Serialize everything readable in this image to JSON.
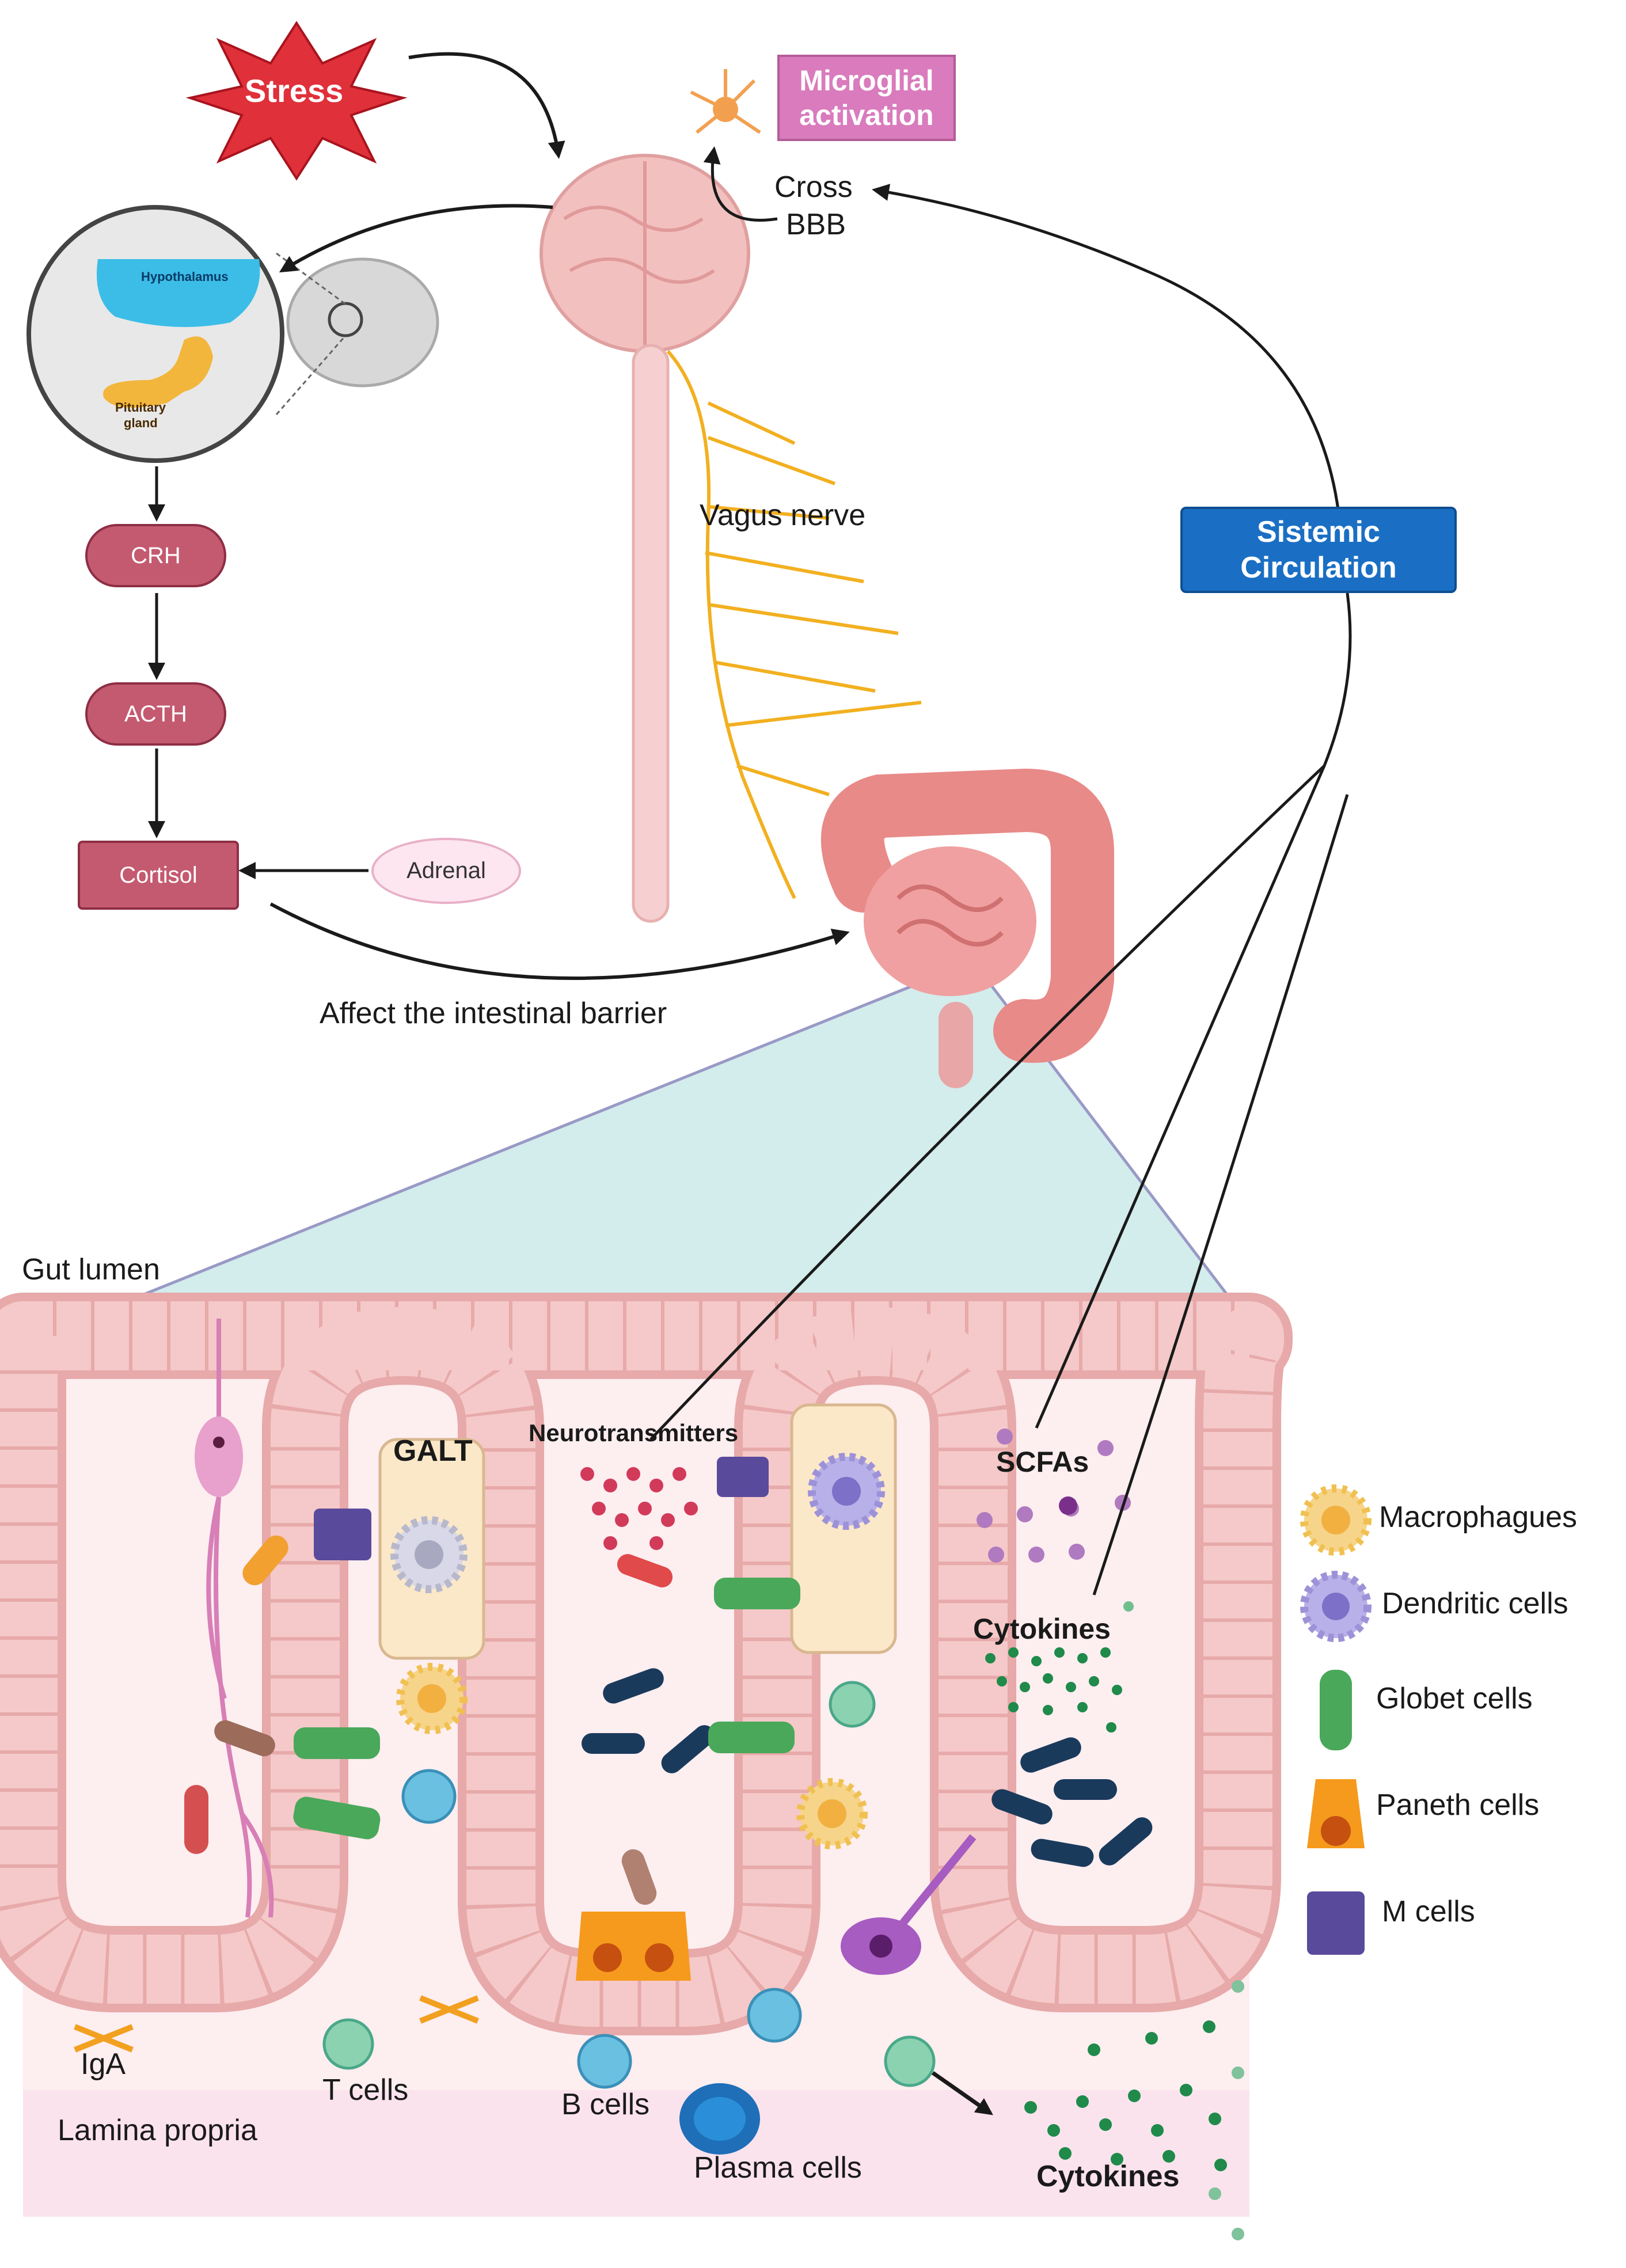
{
  "labels": {
    "stress": "Stress",
    "microglial": "Microglial activation",
    "cross_bbb_1": "Cross",
    "cross_bbb_2": "BBB",
    "hypothalamus": "Hypothalamus",
    "pituitary_1": "Pituitary",
    "pituitary_2": "gland",
    "crh": "CRH",
    "acth": "ACTH",
    "cortisol": "Cortisol",
    "adrenal": "Adrenal",
    "vagus_nerve": "Vagus nerve",
    "systemic_1": "Sistemic",
    "systemic_2": "Circulation",
    "intestinal_barrier": "Affect the intestinal barrier",
    "gut_lumen": "Gut lumen",
    "galt": "GALT",
    "neurotransmitters": "Neurotransmitters",
    "scfas": "SCFAs",
    "cytokines_top": "Cytokines",
    "cytokines_bottom": "Cytokines",
    "iga": "IgA",
    "t_cells": "T cells",
    "b_cells": "B cells",
    "plasma_cells": "Plasma cells",
    "lamina_propria": "Lamina propria"
  },
  "legend": [
    {
      "label": "Macrophagues",
      "icon": "macrophage-icon"
    },
    {
      "label": "Dendritic cells",
      "icon": "dendritic-cell-icon"
    },
    {
      "label": "Globet cells",
      "icon": "goblet-cell-icon"
    },
    {
      "label": "Paneth cells",
      "icon": "paneth-cell-icon"
    },
    {
      "label": "M cells",
      "icon": "m-cell-icon"
    }
  ],
  "colors": {
    "stress": "#e0303a",
    "microglial_box": "#d97bbd",
    "hpa_box": "#c45a70",
    "systemic_box": "#1a6fc4",
    "hypothalamus": "#3bbde8",
    "pituitary": "#f2b63c",
    "vagus": "#f2b020",
    "tissue": "#f4c4c4",
    "lumen_triangle": "#cfeaea"
  }
}
